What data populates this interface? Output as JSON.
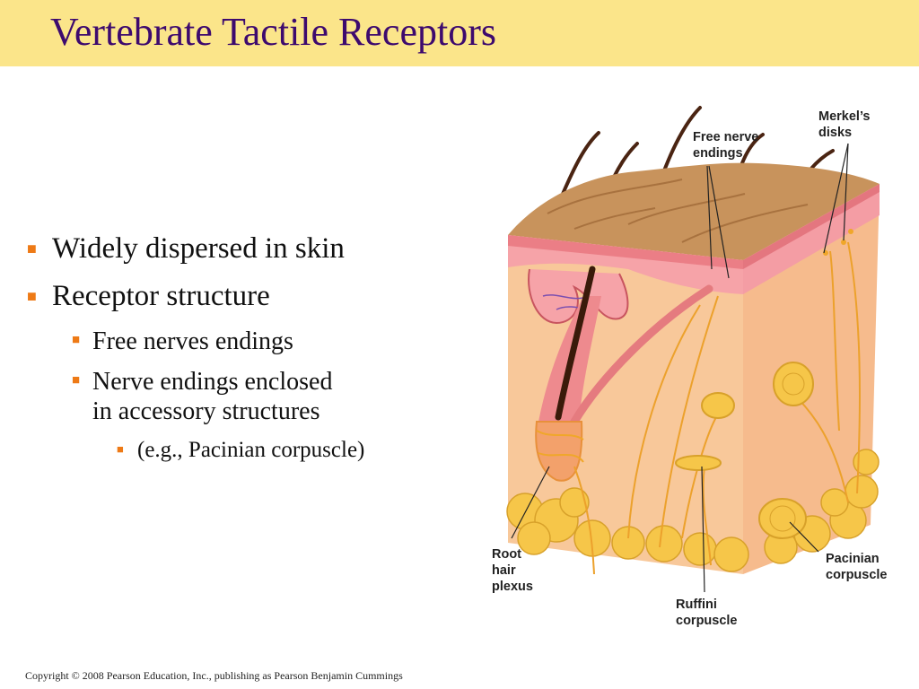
{
  "slide": {
    "title": "Vertebrate Tactile Receptors",
    "bullets": [
      {
        "level": 1,
        "text": "Widely dispersed in skin"
      },
      {
        "level": 1,
        "text": "Receptor structure"
      },
      {
        "level": 2,
        "text": "Free nerves endings"
      },
      {
        "level": 2,
        "lines": [
          "Nerve endings enclosed",
          "in accessory structures"
        ]
      },
      {
        "level": 3,
        "text": "(e.g., Pacinian corpuscle)"
      }
    ],
    "copyright": "Copyright © 2008 Pearson Education, Inc., publishing as Pearson Benjamin Cummings"
  },
  "diagram": {
    "labels": {
      "free_nerve_endings": [
        "Free nerve",
        "endings"
      ],
      "merkels_disks": [
        "Merkel’s",
        "disks"
      ],
      "root_hair_plexus": [
        "Root",
        "hair",
        "plexus"
      ],
      "ruffini_corpuscle": [
        "Ruffini",
        "corpuscle"
      ],
      "pacinian_corpuscle": [
        "Pacinian",
        "corpuscle"
      ]
    }
  },
  "colors": {
    "title_bar": "#fbe58a",
    "title_text": "#3d0a6e",
    "bullet_marker": "#ee7a16"
  }
}
